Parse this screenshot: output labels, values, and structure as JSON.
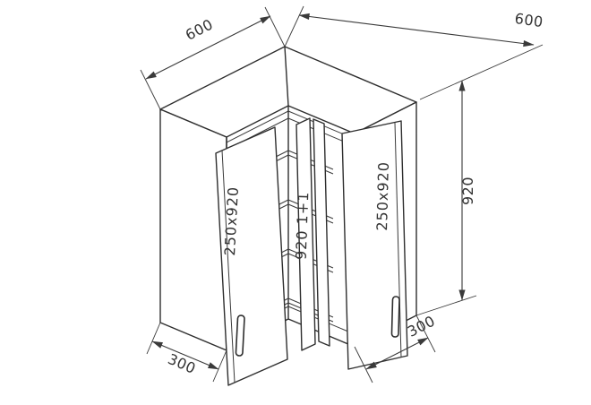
{
  "drawing": {
    "dims": {
      "width_left": "600",
      "width_right": "600",
      "height": "920",
      "depth_left": "300",
      "depth_right": "300"
    },
    "parts": {
      "left_door": "250x920",
      "center_unit": "920 1+1",
      "right_door": "250x920"
    },
    "colors": {
      "line": "#2e2e2e",
      "dim_text": "#333333",
      "background": "#ffffff"
    }
  }
}
